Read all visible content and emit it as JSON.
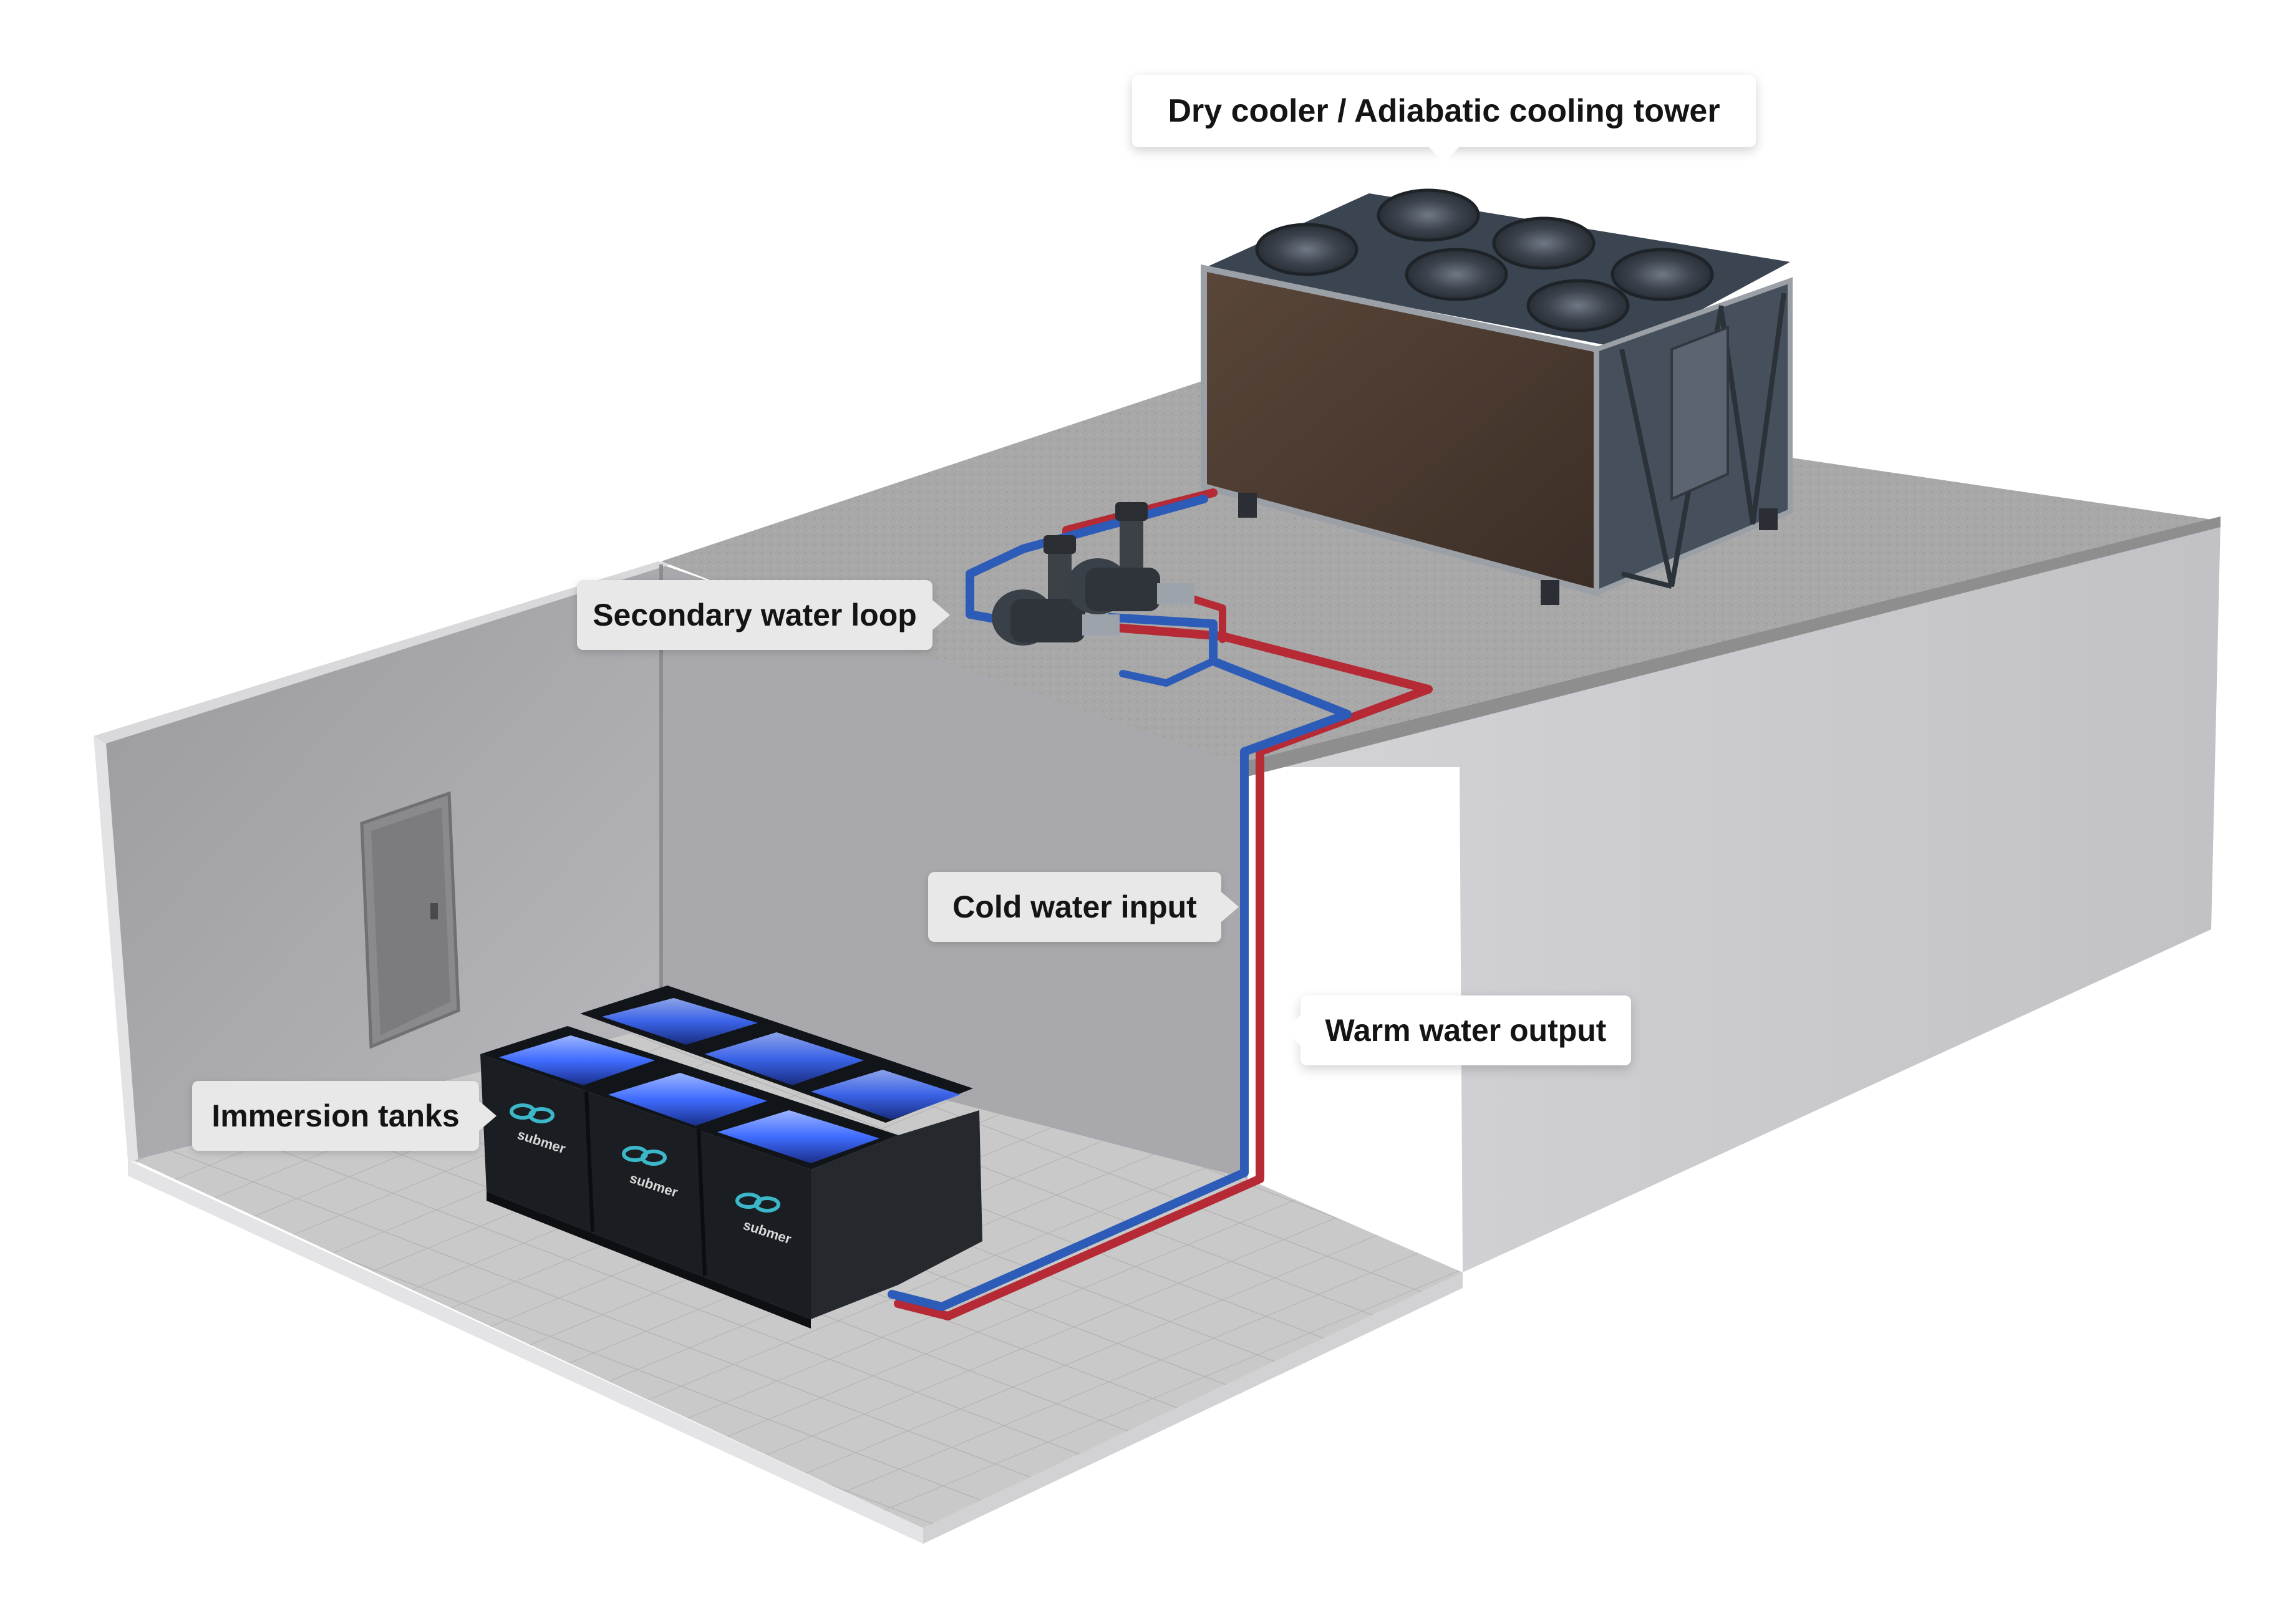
{
  "labels": {
    "dry_cooler": "Dry cooler / Adiabatic cooling tower",
    "secondary_loop": "Secondary water loop",
    "cold_water": "Cold water input",
    "warm_water": "Warm water output",
    "immersion_tanks": "Immersion tanks"
  },
  "logo_text": "submer",
  "colors": {
    "cold_pipe": "#2d5bb8",
    "warm_pipe": "#b52a34",
    "tank_glow": "#3f6cff",
    "logo_accent": "#3bb7c9",
    "cooler_panel": "#4a3a30"
  }
}
